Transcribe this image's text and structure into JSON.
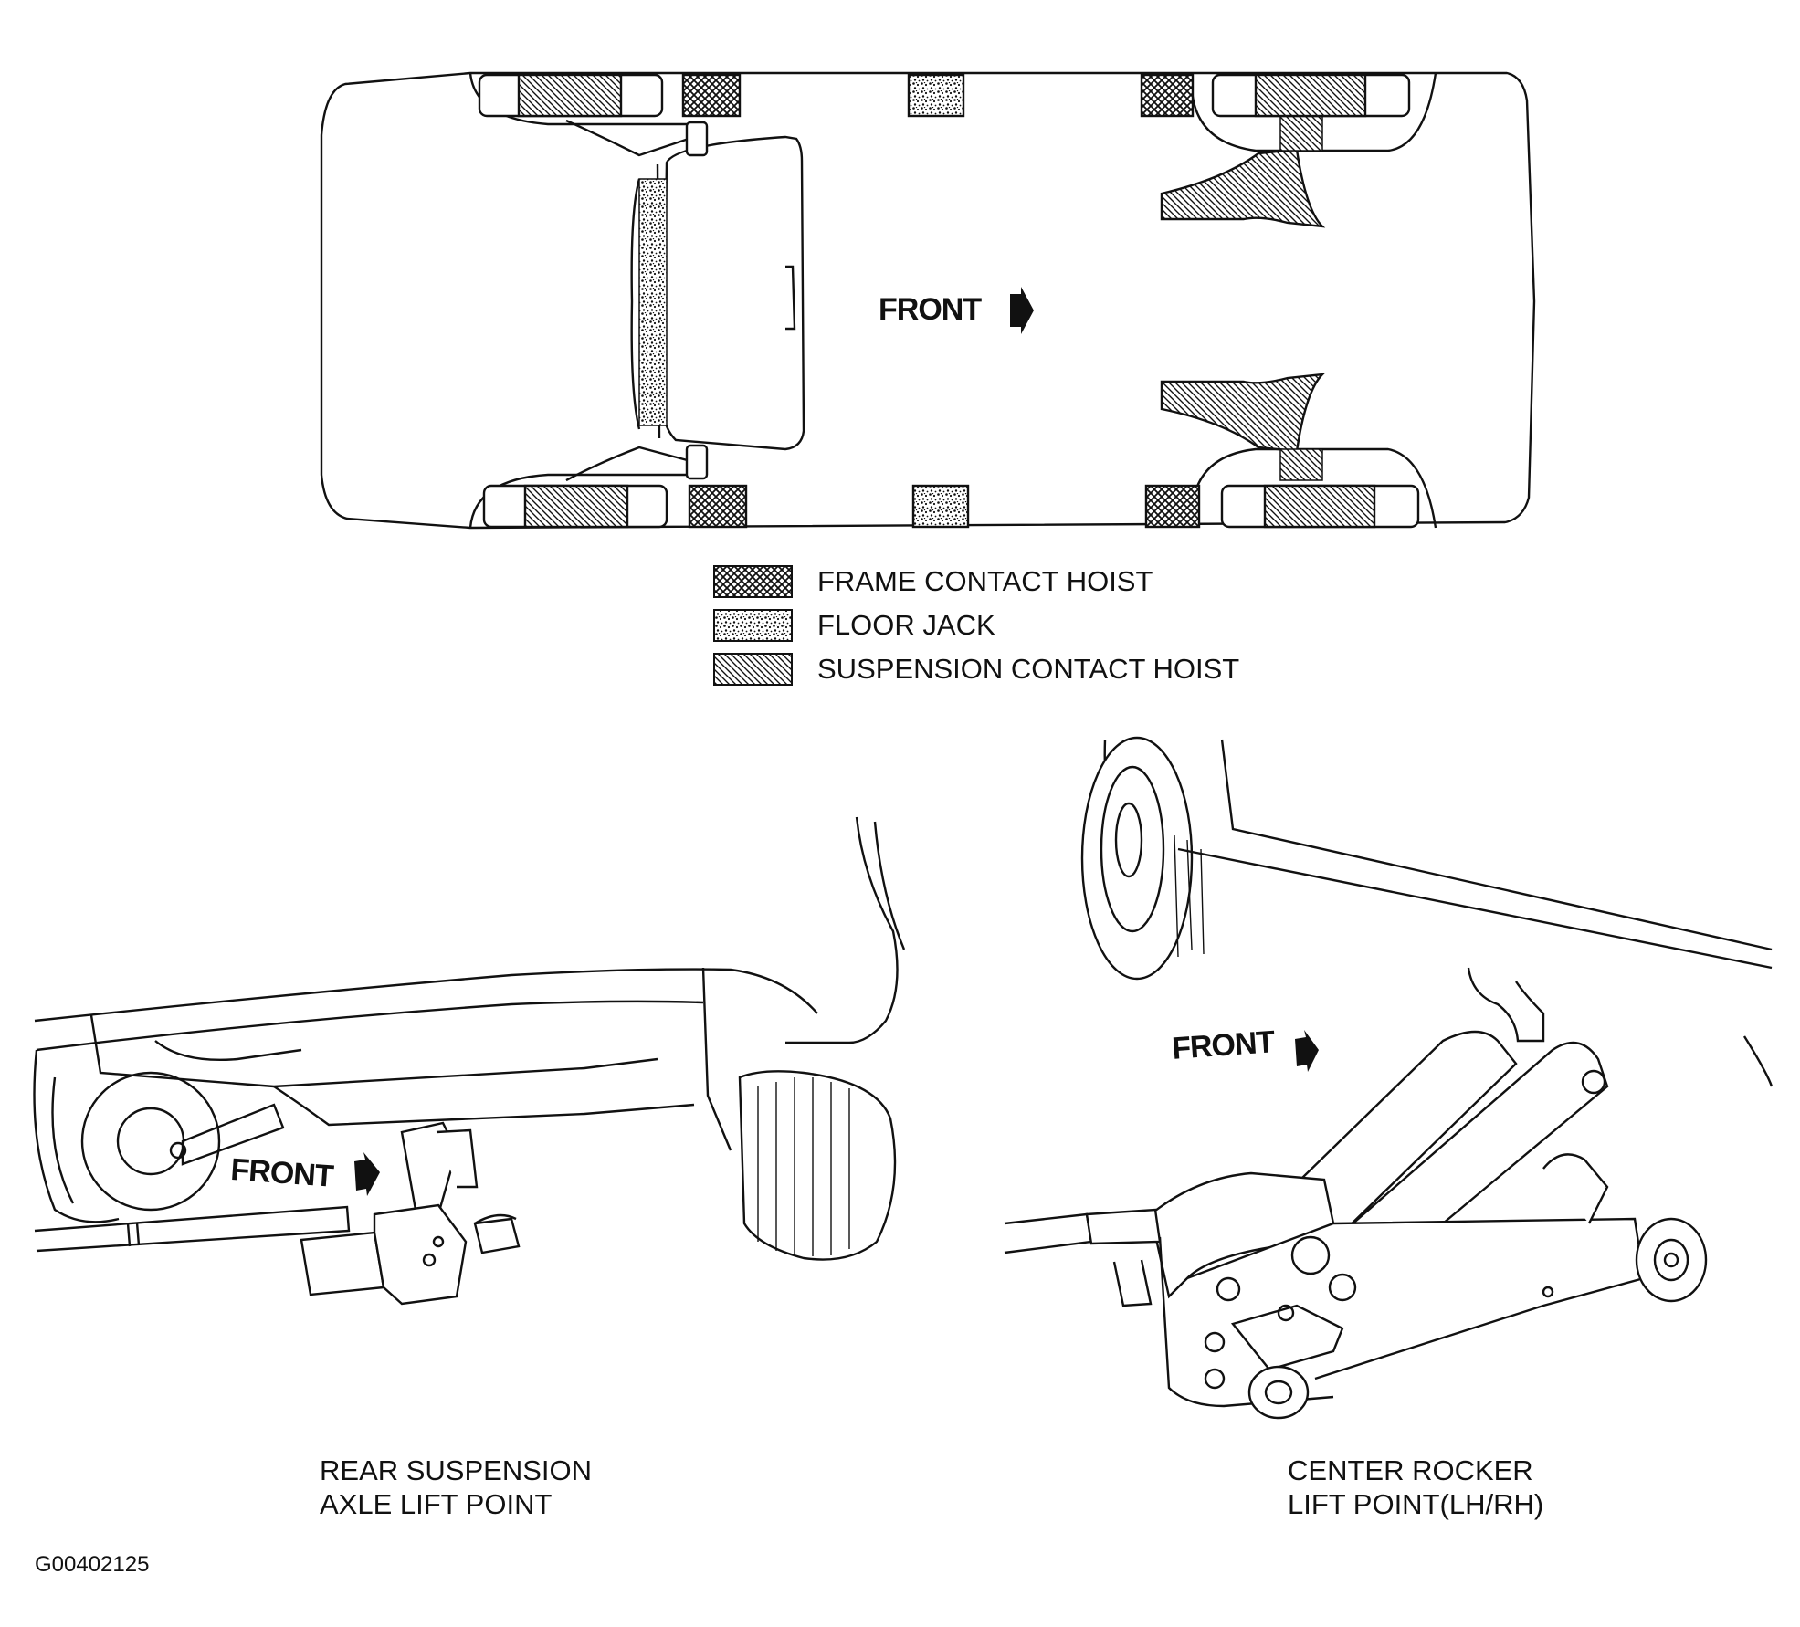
{
  "diagram": {
    "front_label": "FRONT",
    "legend": [
      {
        "label": "FRAME CONTACT HOIST",
        "pattern": "crosshatch"
      },
      {
        "label": "FLOOR JACK",
        "pattern": "stipple"
      },
      {
        "label": "SUSPENSION CONTACT HOIST",
        "pattern": "diagonal"
      }
    ],
    "captions": {
      "rear": {
        "line1": "REAR SUSPENSION",
        "line2": "AXLE LIFT POINT"
      },
      "center": {
        "line1": "CENTER ROCKER",
        "line2": "LIFT POINT(LH/RH)"
      }
    },
    "figure_code": "G00402125"
  }
}
